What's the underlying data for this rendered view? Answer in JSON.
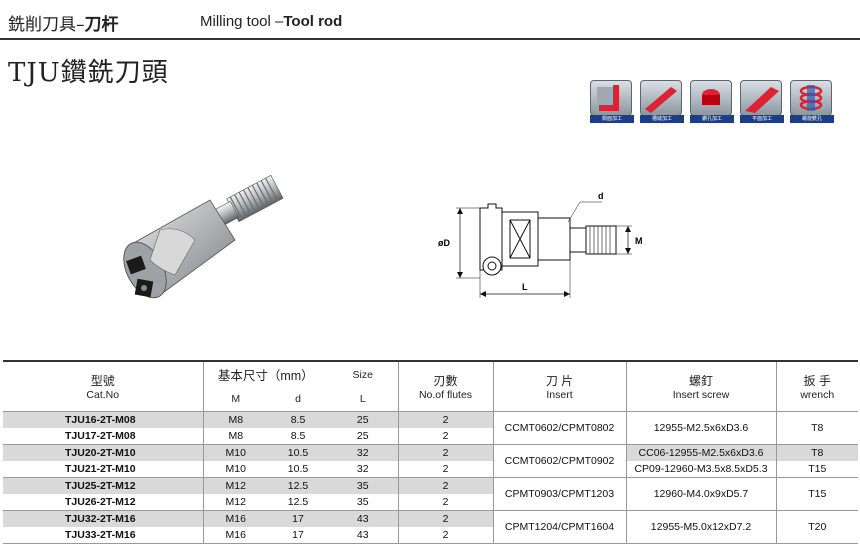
{
  "header": {
    "cn_prefix": "銑削刀具–",
    "cn_bold": "刀杆",
    "en_prefix": "Milling tool –",
    "en_bold": "Tool rod"
  },
  "title": "TJU鑽銑刀頭",
  "icons": [
    {
      "name": "shoulder-milling-icon",
      "caption": "側面加工"
    },
    {
      "name": "slot-milling-icon",
      "caption": "槽縫加工"
    },
    {
      "name": "pocket-milling-icon",
      "caption": "鑽孔加工"
    },
    {
      "name": "face-milling-icon",
      "caption": "平面加工"
    },
    {
      "name": "helical-milling-icon",
      "caption": "螺旋銑孔"
    }
  ],
  "drawing_labels": {
    "d": "d",
    "D": "øD",
    "M": "M",
    "L": "L"
  },
  "table": {
    "headers": {
      "model_cn": "型號",
      "model_en": "Cat.No",
      "basic_cn": "基本尺寸（mm）",
      "size": "Size",
      "m": "M",
      "d": "d",
      "l": "L",
      "flutes_cn": "刃數",
      "flutes_en": "No.of flutes",
      "insert_cn": "刀 片",
      "insert_en": "Insert",
      "screw_cn": "螺釘",
      "screw_en": "Insert screw",
      "wrench_cn": "扳 手",
      "wrench_en": "wrench"
    },
    "rows": [
      {
        "cat": "TJU16-2T-M08",
        "m": "M8",
        "d": "8.5",
        "l": "25",
        "z": "2"
      },
      {
        "cat": "TJU17-2T-M08",
        "m": "M8",
        "d": "8.5",
        "l": "25",
        "z": "2"
      },
      {
        "cat": "TJU20-2T-M10",
        "m": "M10",
        "d": "10.5",
        "l": "32",
        "z": "2"
      },
      {
        "cat": "TJU21-2T-M10",
        "m": "M10",
        "d": "10.5",
        "l": "32",
        "z": "2"
      },
      {
        "cat": "TJU25-2T-M12",
        "m": "M12",
        "d": "12.5",
        "l": "35",
        "z": "2"
      },
      {
        "cat": "TJU26-2T-M12",
        "m": "M12",
        "d": "12.5",
        "l": "35",
        "z": "2"
      },
      {
        "cat": "TJU32-2T-M16",
        "m": "M16",
        "d": "17",
        "l": "43",
        "z": "2"
      },
      {
        "cat": "TJU33-2T-M16",
        "m": "M16",
        "d": "17",
        "l": "43",
        "z": "2"
      }
    ],
    "groups": [
      {
        "insert": "CCMT0602/CPMT0802",
        "screw": [
          "12955-M2.5x6xD3.6"
        ],
        "wrench": [
          "T8"
        ]
      },
      {
        "insert": "CCMT0602/CPMT0902",
        "screw": [
          "CC06-12955-M2.5x6xD3.6",
          "CP09-12960-M3.5x8.5xD5.3"
        ],
        "wrench": [
          "T8",
          "T15"
        ]
      },
      {
        "insert": "CPMT0903/CPMT1203",
        "screw": [
          "12960-M4.0x9xD5.7"
        ],
        "wrench": [
          "T15"
        ]
      },
      {
        "insert": "CPMT1204/CPMT1604",
        "screw": [
          "12955-M5.0x12xD7.2"
        ],
        "wrench": [
          "T20"
        ]
      }
    ]
  }
}
